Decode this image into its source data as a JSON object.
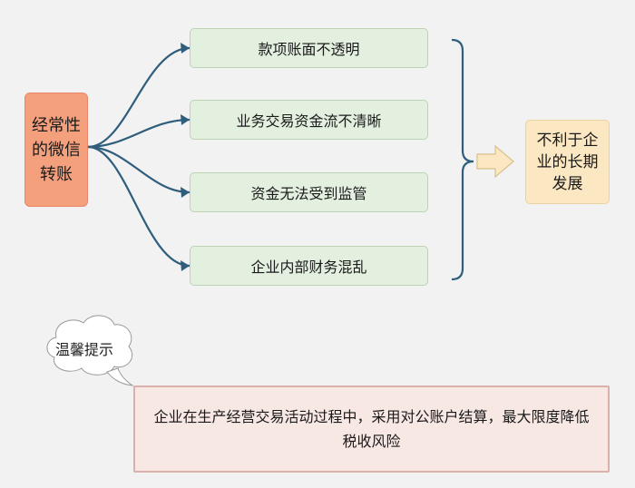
{
  "source": {
    "label": "经常性的微信转账"
  },
  "reasons": [
    {
      "label": "款项账面不透明"
    },
    {
      "label": "业务交易资金流不清晰"
    },
    {
      "label": "资金无法受到监管"
    },
    {
      "label": "企业内部财务混乱"
    }
  ],
  "result": {
    "label": "不利于企业的长期发展"
  },
  "tip": {
    "title": "温馨提示",
    "text": "企业在生产经营交易活动过程中，采用对公账户结算，最大限度降低税收风险"
  },
  "colors": {
    "source_fill": "#f4a07d",
    "reason_fill": "#e3f0df",
    "result_fill": "#fbe7c1",
    "tip_fill": "#f7e8e4",
    "connector": "#2f5e7c",
    "arrow_fill": "#fbe7c1"
  }
}
